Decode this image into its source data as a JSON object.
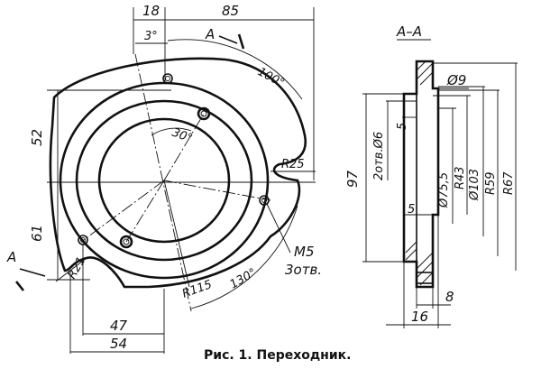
{
  "front_view": {
    "dims": {
      "top_left": "18",
      "top_right": "85",
      "angle_small": "3°",
      "section_mark": "A",
      "angle_100": "100°",
      "angle_30": "30°",
      "height_52": "52",
      "height_61": "61",
      "radius_25": "R25",
      "radius_21": "R21",
      "radius_115": "R115",
      "angle_130": "130°",
      "thread": "M5",
      "thread_count": "3отв.",
      "width_47": "47",
      "width_54": "54",
      "section_mark_left": "A"
    }
  },
  "section_view": {
    "title": "A–A",
    "dims": {
      "hole_dia": "Ø9",
      "holes": "2отв.Ø6",
      "step_5a": "5",
      "height_97": "97",
      "dia_75": "Ø75,5",
      "r43": "R43",
      "dia_103": "Ø103",
      "r59": "R59",
      "r67": "R67",
      "step_5b": "5",
      "thick_8": "8",
      "thick_16": "16"
    }
  },
  "caption": "Рис. 1. Переходник."
}
